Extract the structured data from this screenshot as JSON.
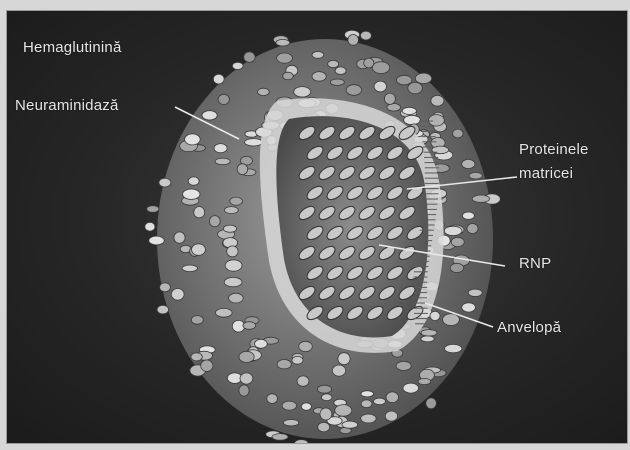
{
  "labels": {
    "hemaglutinina": "Hemaglutinină",
    "neuraminidaza": "Neuraminidază",
    "proteinele_line1": "Proteinele",
    "proteinele_line2": "matricei",
    "rnp": "RNP",
    "anvelopa": "Anvelopă"
  },
  "colors": {
    "background": "#262626",
    "particle": "#bdbdbd",
    "matrix": "#d4d4d4",
    "label": "#e8e8e8"
  }
}
